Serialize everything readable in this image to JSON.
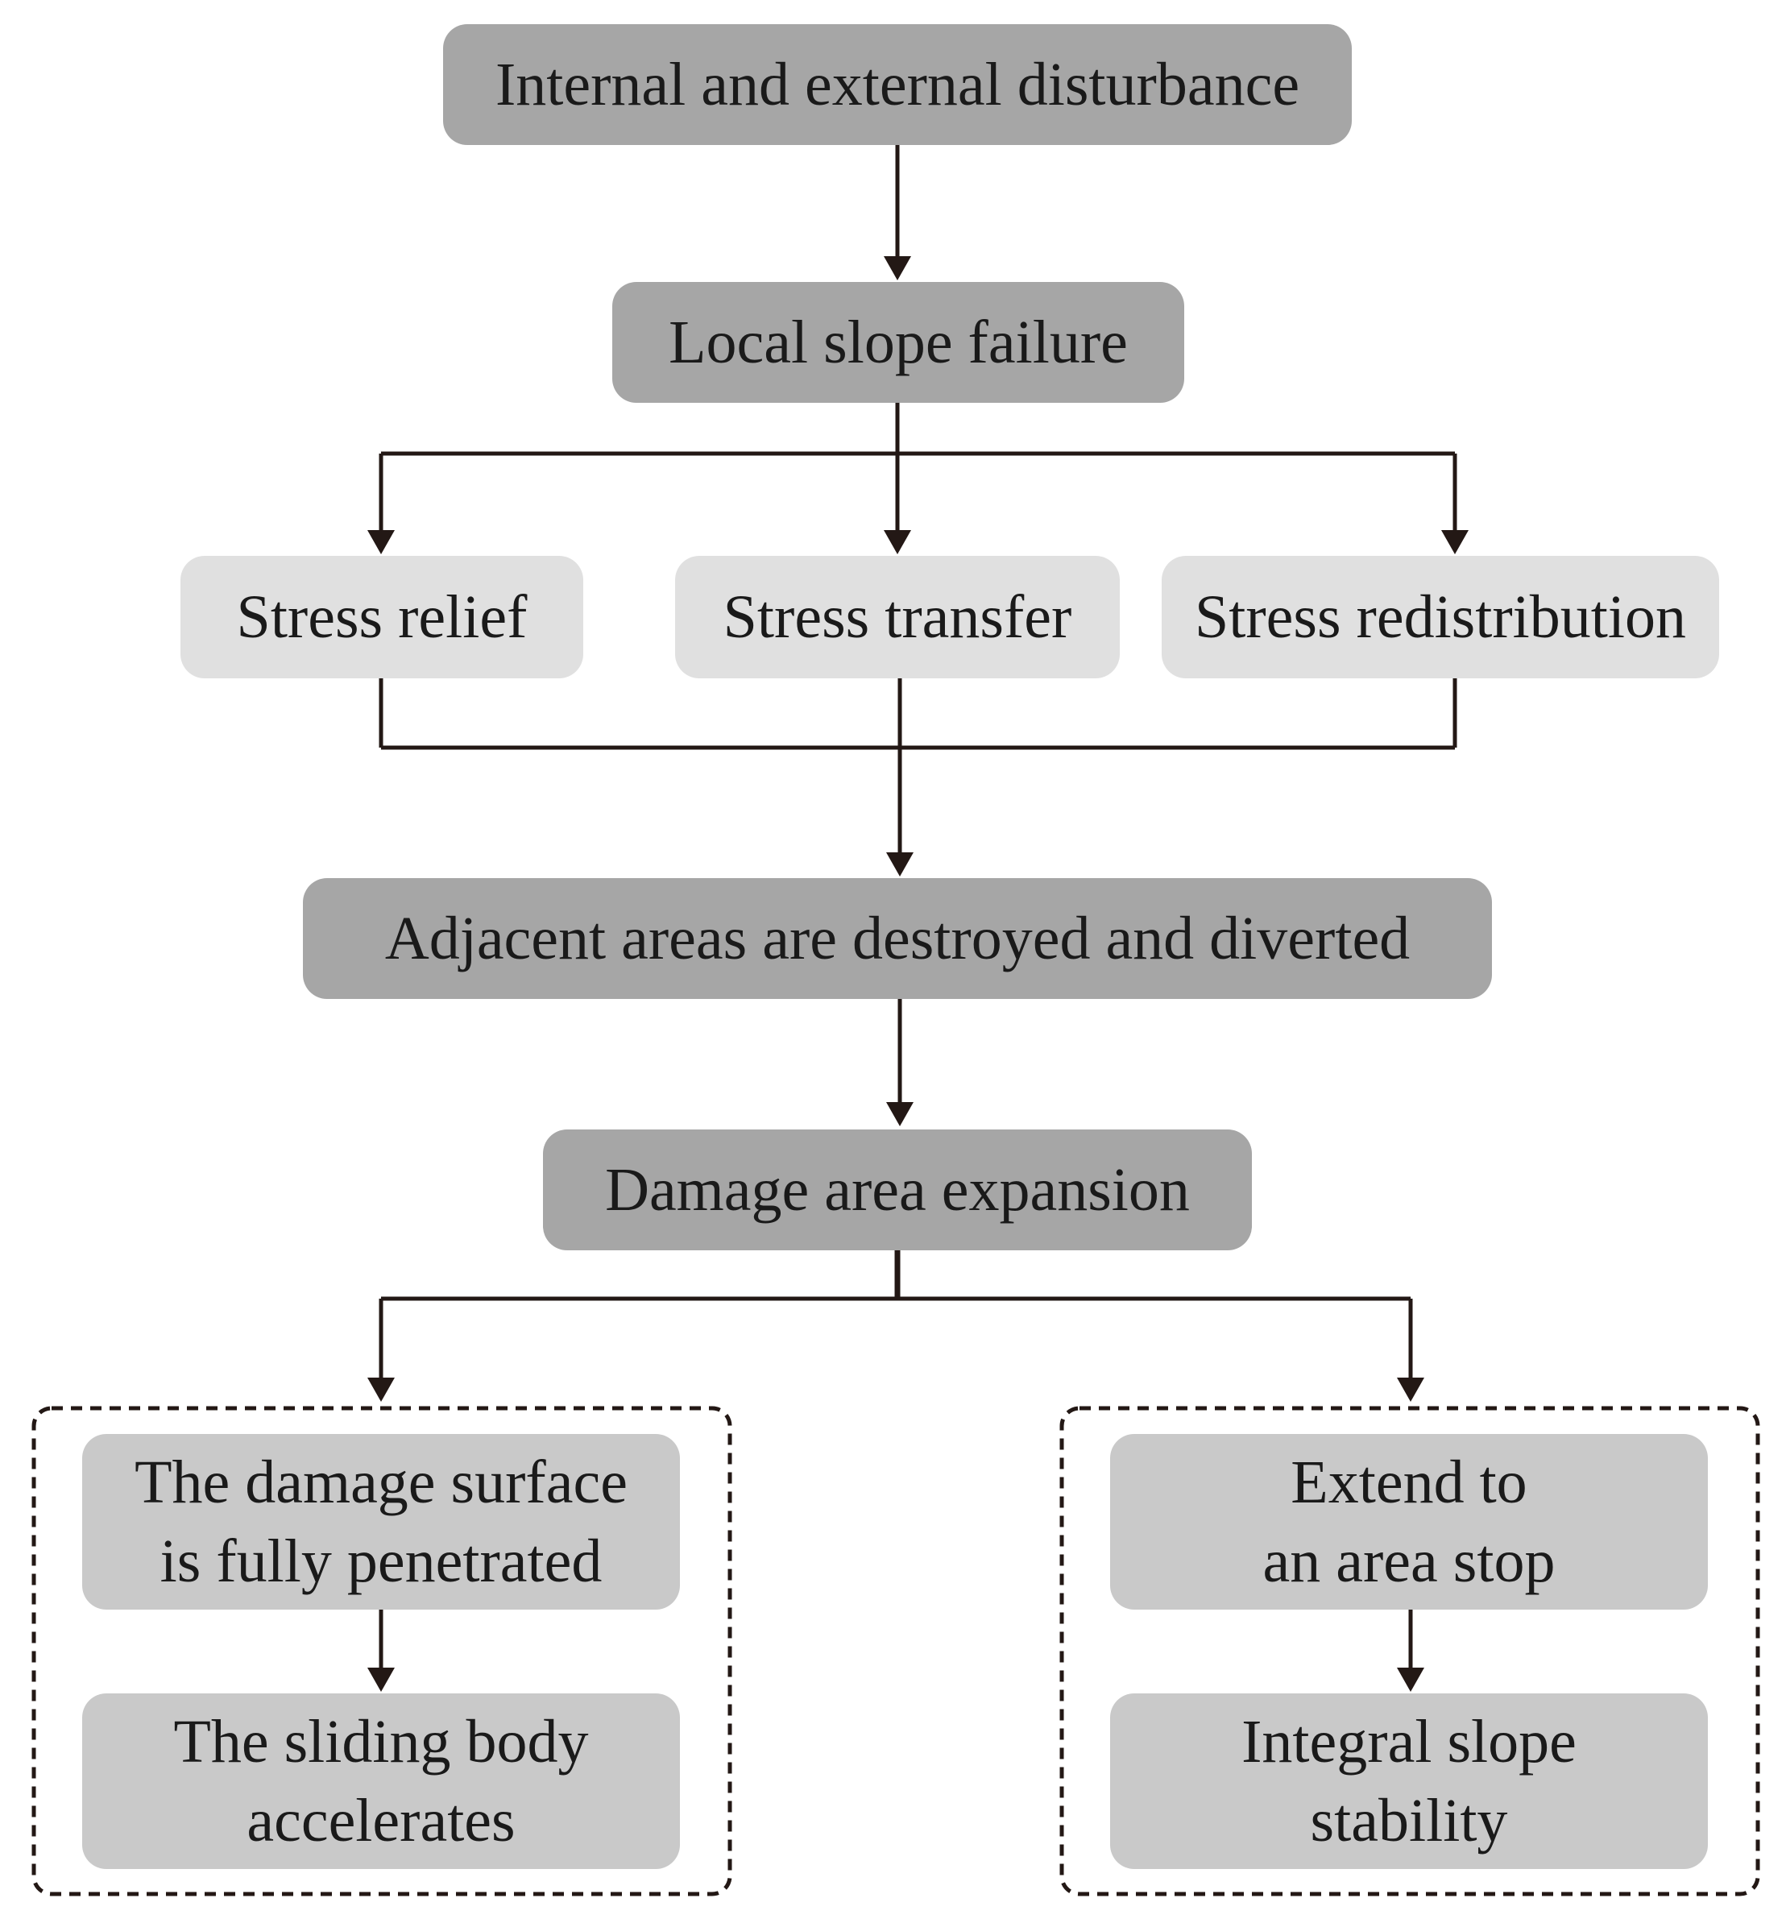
{
  "nodes": {
    "disturbance": "Internal and external disturbance",
    "local_failure": "Local slope failure",
    "stress_relief": "Stress relief",
    "stress_transfer": "Stress transfer",
    "stress_redistribution": "Stress redistribution",
    "adjacent": "Adjacent areas are destroyed and diverted",
    "expansion": "Damage area expansion",
    "penetrated": {
      "line1": "The damage surface",
      "line2": "is fully penetrated"
    },
    "accelerates": {
      "line1": "The sliding body",
      "line2": "accelerates"
    },
    "extend": {
      "line1": "Extend to",
      "line2": "an area stop"
    },
    "stability": {
      "line1": "Integral slope",
      "line2": "stability"
    }
  },
  "colors": {
    "dark_box": "#a6a6a6",
    "mid_box": "#c9c9c9",
    "light_box": "#e0e0e0",
    "line": "#231815"
  }
}
